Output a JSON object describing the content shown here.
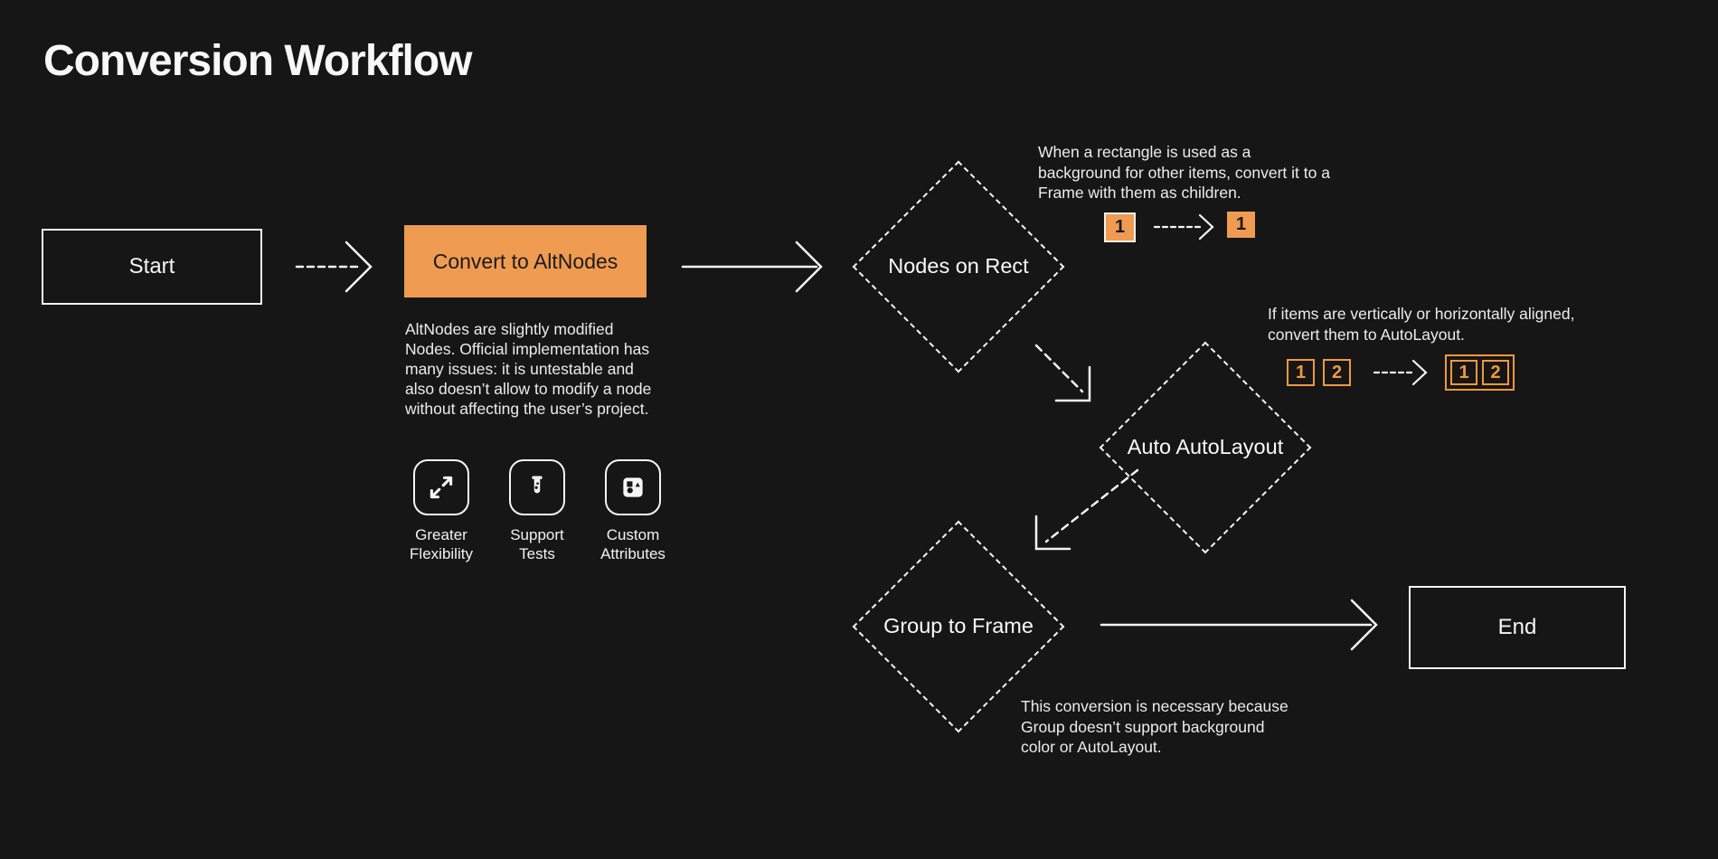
{
  "page": {
    "title": "Conversion Workflow",
    "background_color": "#161616",
    "accent_orange": "#EF9B52",
    "outline_orange": "#F0993F",
    "text_color": "#ececec"
  },
  "nodes": {
    "start": {
      "label": "Start"
    },
    "convert": {
      "label": "Convert to AltNodes",
      "description": "AltNodes are slightly modified Nodes. Official implementation has many issues: it is untestable and also doesn’t allow to modify a node without affecting the user’s project."
    },
    "nodes_on_rect": {
      "label": "Nodes on Rect",
      "note": "When a rectangle is used as a background for other items, convert it to a Frame with them as children.",
      "mini_before": "1",
      "mini_after": "1"
    },
    "auto_autolayout": {
      "label": "Auto AutoLayout",
      "note": "If items are vertically or horizontally aligned, convert them to AutoLayout.",
      "mini_items": [
        "1",
        "2"
      ]
    },
    "group_to_frame": {
      "label": "Group to Frame",
      "note": "This conversion is necessary because Group doesn’t support background color or AutoLayout."
    },
    "end": {
      "label": "End"
    }
  },
  "features": [
    {
      "icon": "expand-arrows-icon",
      "label": "Greater\nFlexibility"
    },
    {
      "icon": "test-tube-icon",
      "label": "Support\nTests"
    },
    {
      "icon": "shapes-icon",
      "label": "Custom\nAttributes"
    }
  ]
}
